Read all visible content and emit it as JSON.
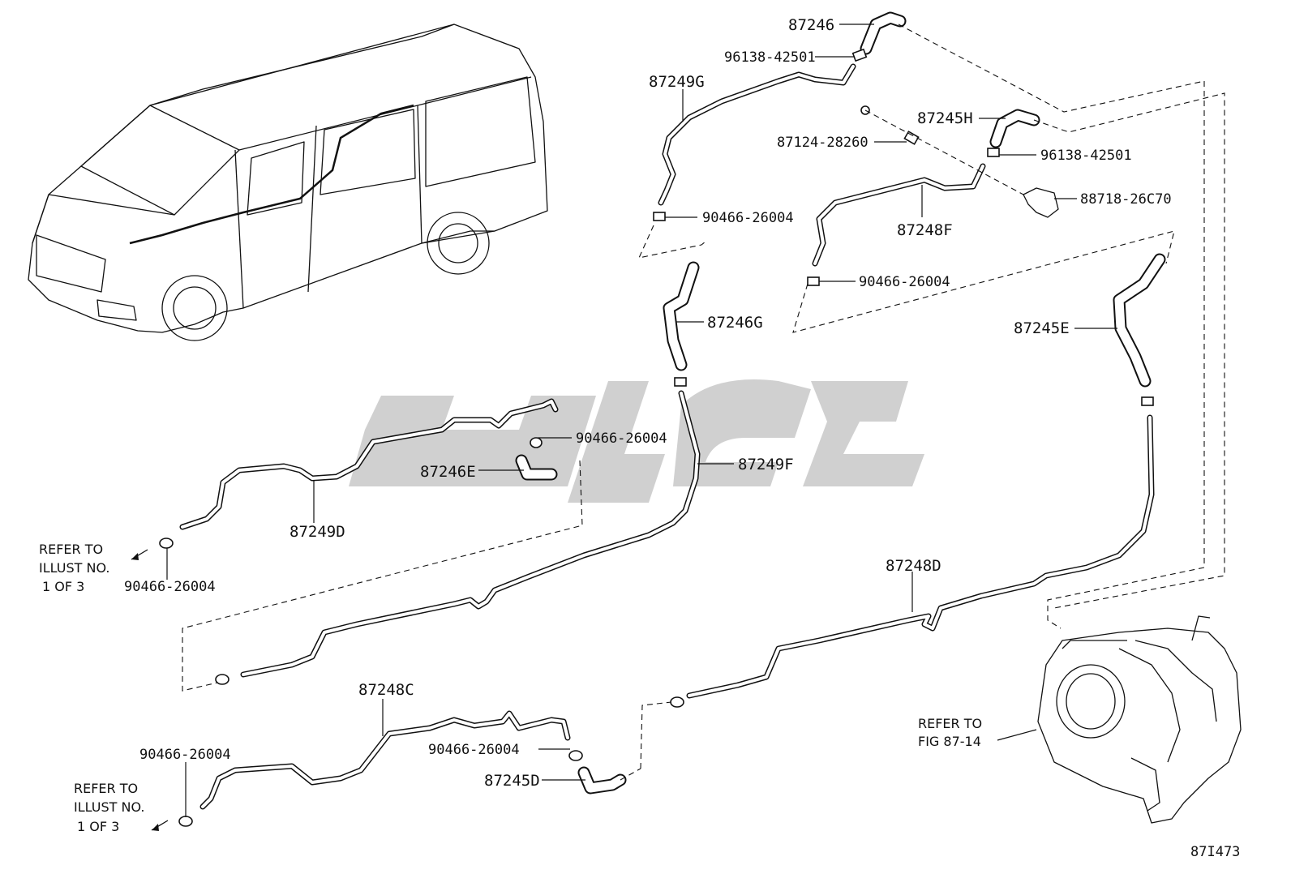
{
  "watermark": {
    "color": "#c8c8c8"
  },
  "parts": {
    "p87246": "87246",
    "p96138_top": "96138-42501",
    "p87249G": "87249G",
    "p87245H": "87245H",
    "p87124": "87124-28260",
    "p96138_right": "96138-42501",
    "p88718": "88718-26C70",
    "p90466_a": "90466-26004",
    "p87248F": "87248F",
    "p90466_b": "90466-26004",
    "p87246G": "87246G",
    "p87245E": "87245E",
    "p90466_c": "90466-26004",
    "p87246E": "87246E",
    "p87249F": "87249F",
    "p87249D": "87249D",
    "p90466_d": "90466-26004",
    "p87248D": "87248D",
    "p87248C": "87248C",
    "p90466_e": "90466-26004",
    "p90466_f": "90466-26004",
    "p87245D": "87245D"
  },
  "notes": {
    "refer1": [
      "REFER TO",
      "ILLUST NO.",
      "1 OF 3"
    ],
    "refer2": [
      "REFER TO",
      "ILLUST NO.",
      "1 OF 3"
    ],
    "refer_fig": [
      "REFER TO",
      "FIG 87-14"
    ]
  },
  "illustration_number": "87I473"
}
